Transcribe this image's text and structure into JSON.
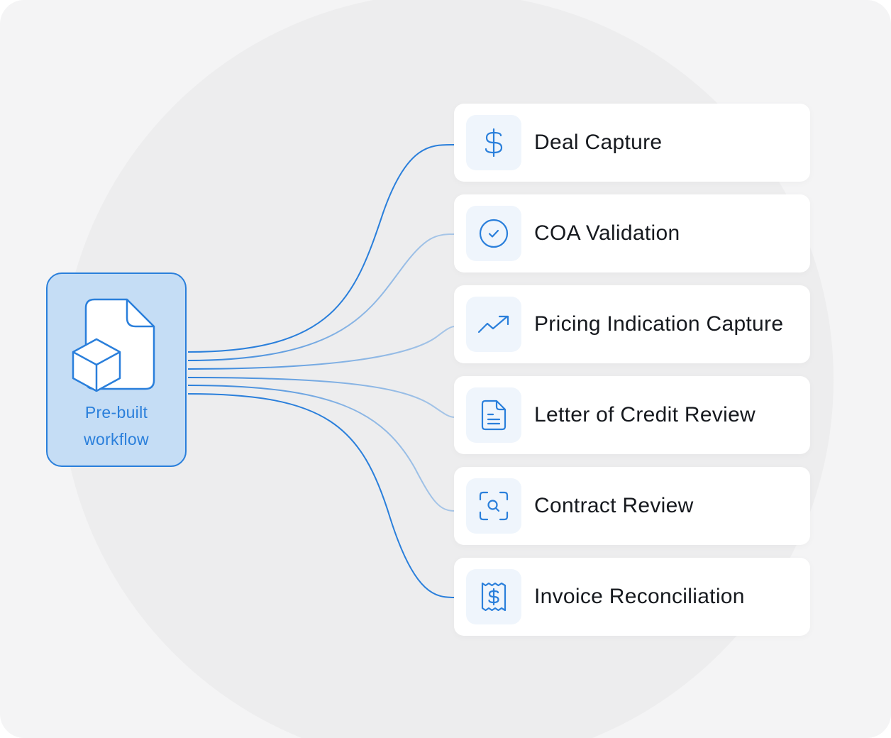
{
  "accent_color": "#2a7fdb",
  "source": {
    "icon": "document-cube-icon",
    "label_line1": "Pre-built",
    "label_line2": "workflow"
  },
  "items": [
    {
      "label": "Deal Capture",
      "icon": "dollar-icon"
    },
    {
      "label": "COA Validation",
      "icon": "check-circle-icon"
    },
    {
      "label": "Pricing Indication Capture",
      "icon": "trending-up-icon"
    },
    {
      "label": "Letter of Credit Review",
      "icon": "document-lines-icon"
    },
    {
      "label": "Contract Review",
      "icon": "scan-search-icon"
    },
    {
      "label": "Invoice Reconciliation",
      "icon": "receipt-dollar-icon"
    }
  ]
}
